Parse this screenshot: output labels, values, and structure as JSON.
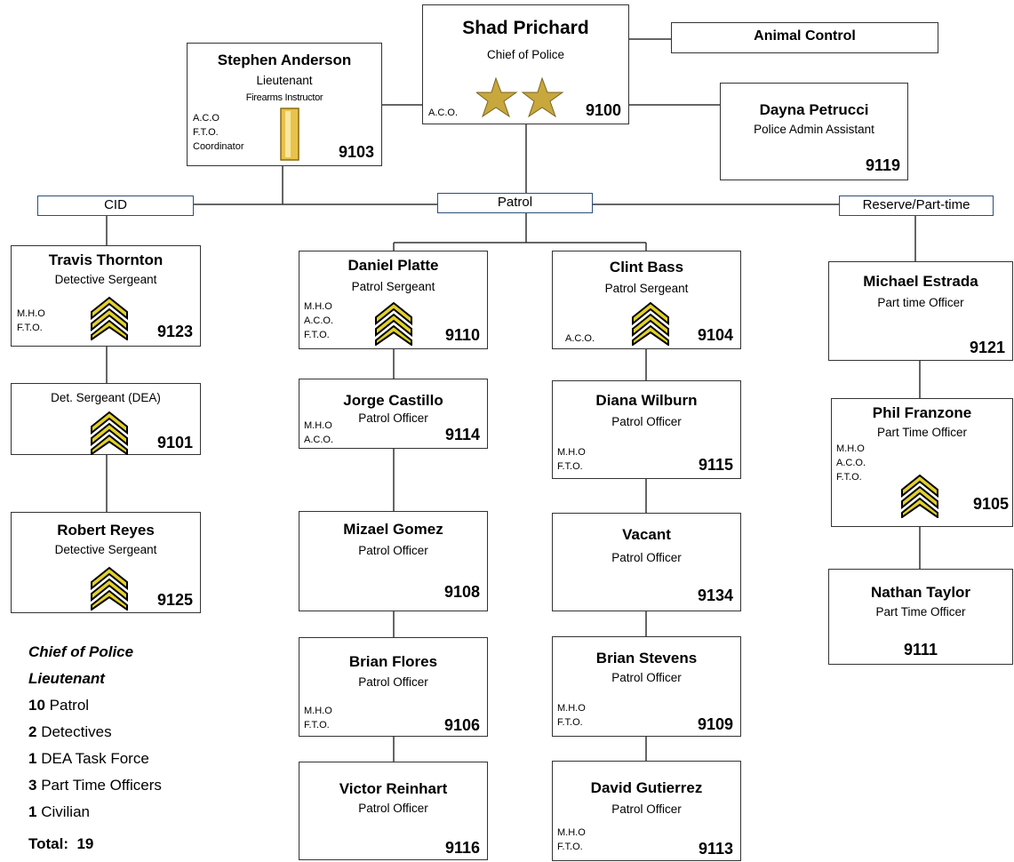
{
  "chief": {
    "name": "Shad Prichard",
    "title": "Chief of Police",
    "quals": [
      "A.C.O."
    ],
    "badge": "9100"
  },
  "animal_control": {
    "label": "Animal Control"
  },
  "admin": {
    "name": "Dayna Petrucci",
    "title": "Police Admin Assistant",
    "badge": "9119"
  },
  "lieutenant": {
    "name": "Stephen Anderson",
    "title": "Lieutenant",
    "subtitle": "Firearms Instructor",
    "quals": [
      "A.C.O",
      "F.T.O.",
      "Coordinator"
    ],
    "badge": "9103"
  },
  "divisions": {
    "cid": "CID",
    "patrol": "Patrol",
    "reserve": "Reserve/Part-time"
  },
  "cid": [
    {
      "name": "Travis Thornton",
      "title": "Detective Sergeant",
      "quals": [
        "M.H.O",
        "F.T.O."
      ],
      "badge": "9123"
    },
    {
      "name": "",
      "title": "Det. Sergeant (DEA)",
      "quals": [],
      "badge": "9101"
    },
    {
      "name": "Robert Reyes",
      "title": "Detective Sergeant",
      "quals": [],
      "badge": "9125"
    }
  ],
  "patrol_a": [
    {
      "name": "Daniel Platte",
      "title": "Patrol Sergeant",
      "quals": [
        "M.H.O",
        "A.C.O.",
        "F.T.O."
      ],
      "badge": "9110"
    },
    {
      "name": "Jorge Castillo",
      "title": "Patrol Officer",
      "quals": [
        "M.H.O",
        "A.C.O."
      ],
      "badge": "9114"
    },
    {
      "name": "Mizael Gomez",
      "title": "Patrol Officer",
      "quals": [],
      "badge": "9108"
    },
    {
      "name": "Brian Flores",
      "title": "Patrol Officer",
      "quals": [
        "M.H.O",
        "F.T.O."
      ],
      "badge": "9106"
    },
    {
      "name": "Victor Reinhart",
      "title": "Patrol Officer",
      "quals": [],
      "badge": "9116"
    }
  ],
  "patrol_b": [
    {
      "name": "Clint Bass",
      "title": "Patrol Sergeant",
      "quals": [
        "A.C.O."
      ],
      "badge": "9104"
    },
    {
      "name": "Diana Wilburn",
      "title": "Patrol Officer",
      "quals": [
        "M.H.O",
        "F.T.O."
      ],
      "badge": "9115"
    },
    {
      "name": "Vacant",
      "title": "Patrol Officer",
      "quals": [],
      "badge": "9134"
    },
    {
      "name": "Brian Stevens",
      "title": "Patrol Officer",
      "quals": [
        "M.H.O",
        "F.T.O."
      ],
      "badge": "9109"
    },
    {
      "name": "David Gutierrez",
      "title": "Patrol Officer",
      "quals": [
        "M.H.O",
        "F.T.O."
      ],
      "badge": "9113"
    }
  ],
  "reserve": [
    {
      "name": "Michael Estrada",
      "title": "Part time Officer",
      "quals": [],
      "badge": "9121"
    },
    {
      "name": "Phil Franzone",
      "title": "Part Time Officer",
      "quals": [
        "M.H.O",
        "A.C.O.",
        "F.T.O."
      ],
      "badge": "9105"
    },
    {
      "name": "Nathan Taylor",
      "title": "Part Time Officer",
      "quals": [],
      "badge": "9111"
    }
  ],
  "summary": {
    "line1": "Chief of Police",
    "line2": "Lieutenant",
    "rows": [
      {
        "count": "10",
        "label": "Patrol"
      },
      {
        "count": "2",
        "label": "Detectives"
      },
      {
        "count": "1",
        "label": "DEA Task Force"
      },
      {
        "count": "3",
        "label": "Part Time Officers"
      },
      {
        "count": "1",
        "label": "Civilian"
      }
    ],
    "total_label": "Total:",
    "total_value": "19"
  },
  "colors": {
    "line": "#333333",
    "header_border": "#2e4d7a",
    "chevron": "#e2d12a",
    "star": "#c8a83c",
    "bar": "#e8c24a"
  }
}
